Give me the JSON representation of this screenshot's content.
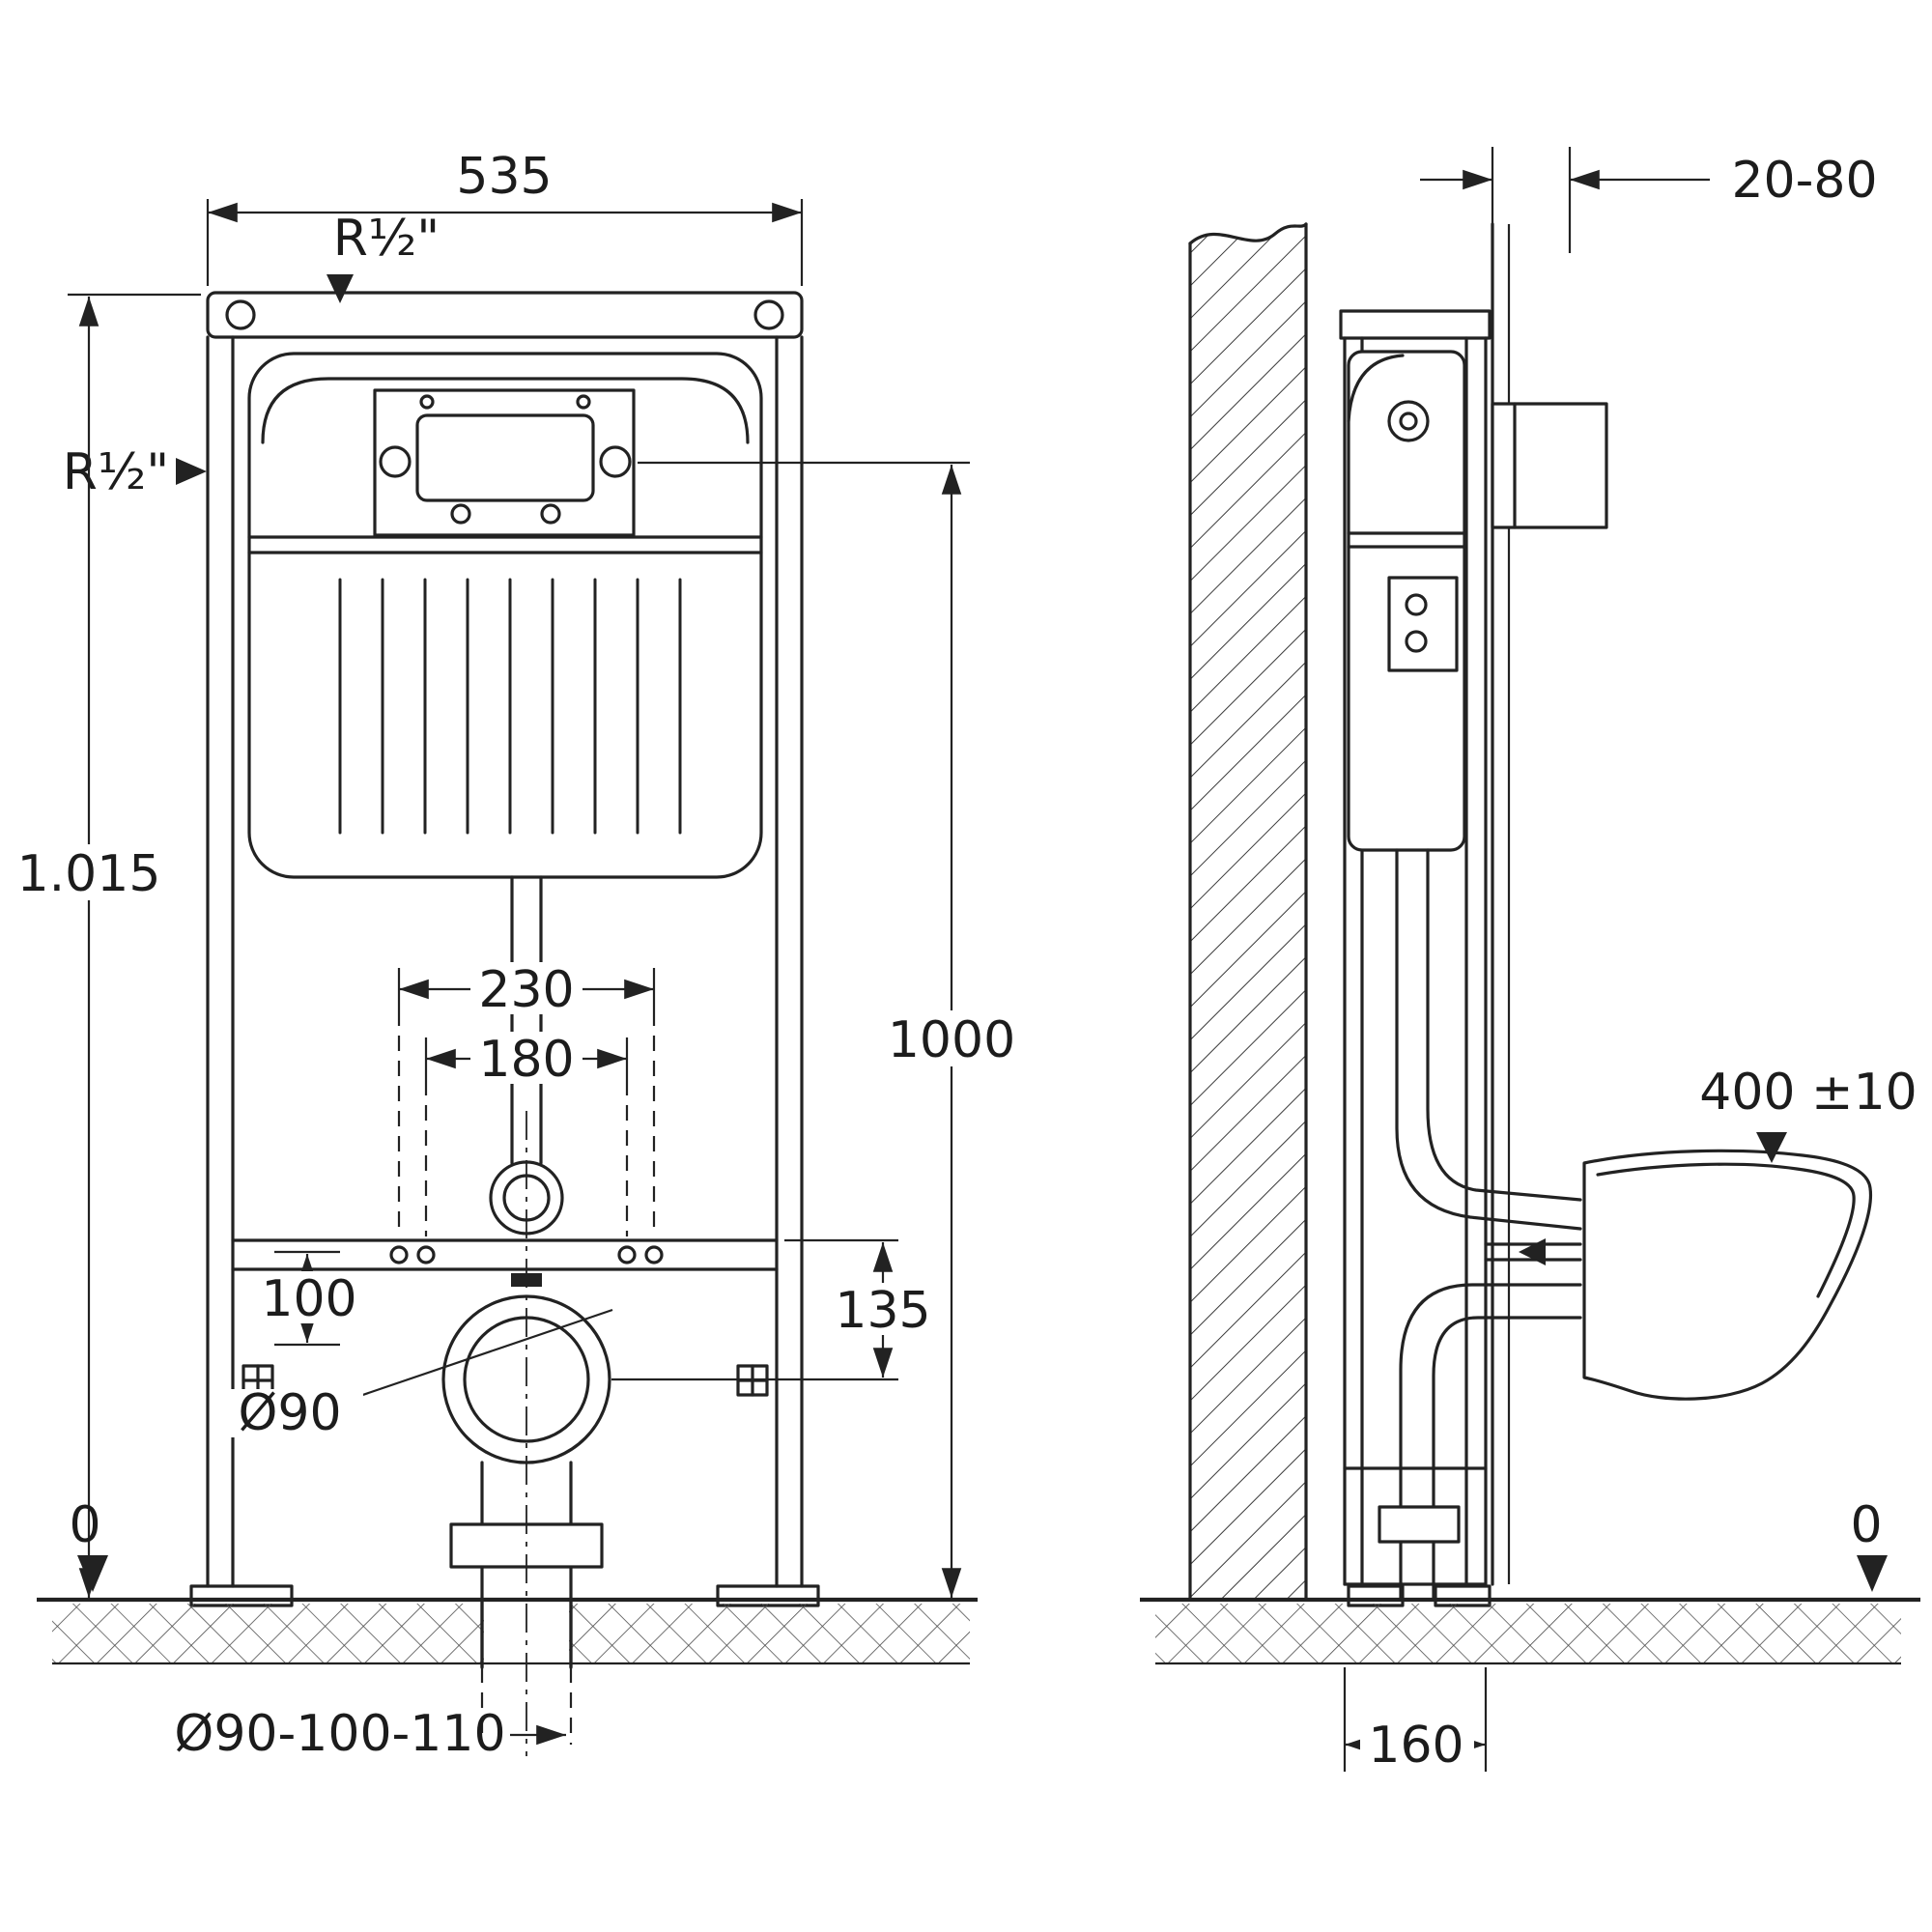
{
  "diagram": {
    "kind": "technical-installation-drawing",
    "line_color": "#222222",
    "background": "#ffffff"
  },
  "front_view": {
    "name": "front-view",
    "dims": {
      "frame_width": "535",
      "inlet_top": "R½\"",
      "inlet_left": "R½\"",
      "frame_height": "1.015",
      "actuator_height": "1000",
      "fixing_span": "230",
      "inner_span": "180",
      "offset_height": "100",
      "outlet_diameter": "Ø90",
      "outlet_center_height": "135",
      "floor_zero": "0",
      "drain_diameter_options": "Ø90-100-110"
    }
  },
  "side_view": {
    "name": "side-view",
    "dims": {
      "wall_finish_range": "20-80",
      "bowl_rim_height": "400 ±10",
      "floor_zero": "0",
      "frame_depth": "160"
    }
  }
}
